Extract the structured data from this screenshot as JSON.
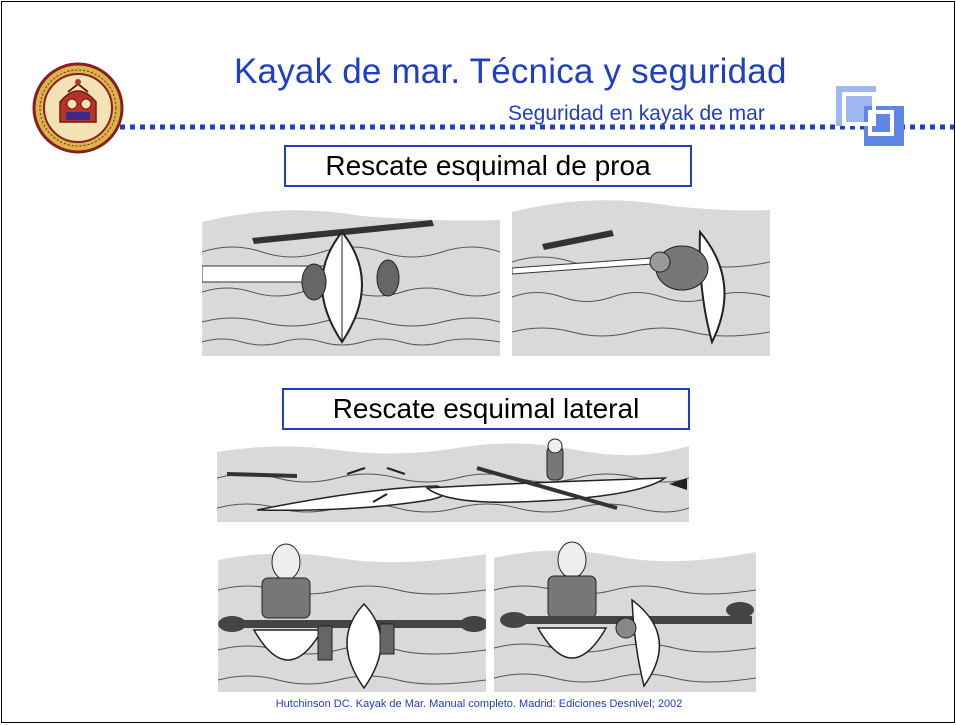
{
  "slide": {
    "title": "Kayak de mar. Técnica y seguridad",
    "subtitle": "Seguridad en kayak de mar",
    "section1_label": "Rescate esquimal de proa",
    "section2_label": "Rescate esquimal lateral",
    "citation": "Hutchinson DC. Kayak de Mar. Manual completo. Madrid: Ediciones Desnivel; 2002"
  },
  "colors": {
    "accent": "#1f3ec4",
    "square_light": "#9fb7f0",
    "square_dark": "#5f86e6",
    "seal_red": "#8b1e1e",
    "seal_gold": "#d8b44a"
  },
  "icons": {
    "seal": "university-seal-icon",
    "logo": "overlapping-squares-icon"
  }
}
